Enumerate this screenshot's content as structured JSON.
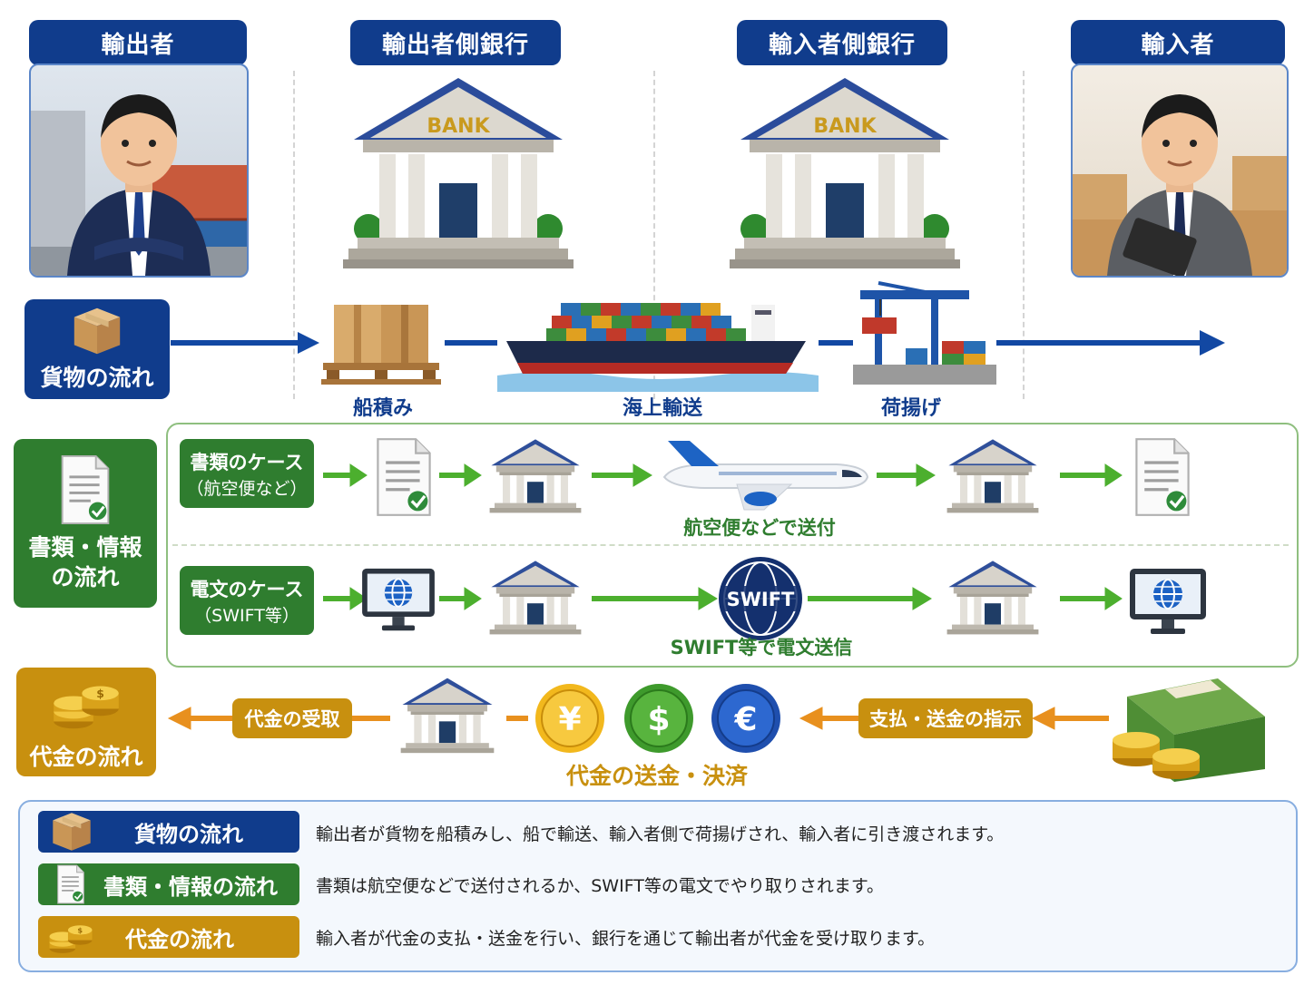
{
  "headers": {
    "exporter": "輸出者",
    "exporter_bank": "輸出者側銀行",
    "importer_bank": "輸入者側銀行",
    "importer": "輸入者"
  },
  "bank_sign": "BANK",
  "cargo": {
    "label": "貨物の流れ",
    "steps": [
      "船積み",
      "海上輸送",
      "荷揚げ"
    ]
  },
  "documents": {
    "label_line1": "書類・情報",
    "label_line2": "の流れ",
    "doc_case_line1": "書類のケース",
    "doc_case_line2": "（航空便など）",
    "doc_caption": "航空便などで送付",
    "wire_case_line1": "電文のケース",
    "wire_case_line2": "（SWIFT等）",
    "swift_logo": "SWIFT",
    "wire_caption": "SWIFT等で電文送信"
  },
  "payment": {
    "label": "代金の流れ",
    "receive": "代金の受取",
    "instruct": "支払・送金の指示",
    "settle": "代金の送金・決済",
    "currency_symbols": [
      "¥",
      "$",
      "€"
    ]
  },
  "legend": [
    {
      "title": "貨物の流れ",
      "text": "輸出者が貨物を船積みし、船で輸送、輸入者側で荷揚げされ、輸入者に引き渡されます。"
    },
    {
      "title": "書類・情報の流れ",
      "text": "書類は航空便などで送付されるか、SWIFT等の電文でやり取りされます。"
    },
    {
      "title": "代金の流れ",
      "text": "輸入者が代金の支払・送金を行い、銀行を通じて輸出者が代金を受け取ります。"
    }
  ],
  "colors": {
    "navy": "#103c8c",
    "green": "#2f7d2f",
    "gold": "#c8900f",
    "arrow_green": "#4caf2e",
    "arrow_orange": "#e8901e"
  }
}
